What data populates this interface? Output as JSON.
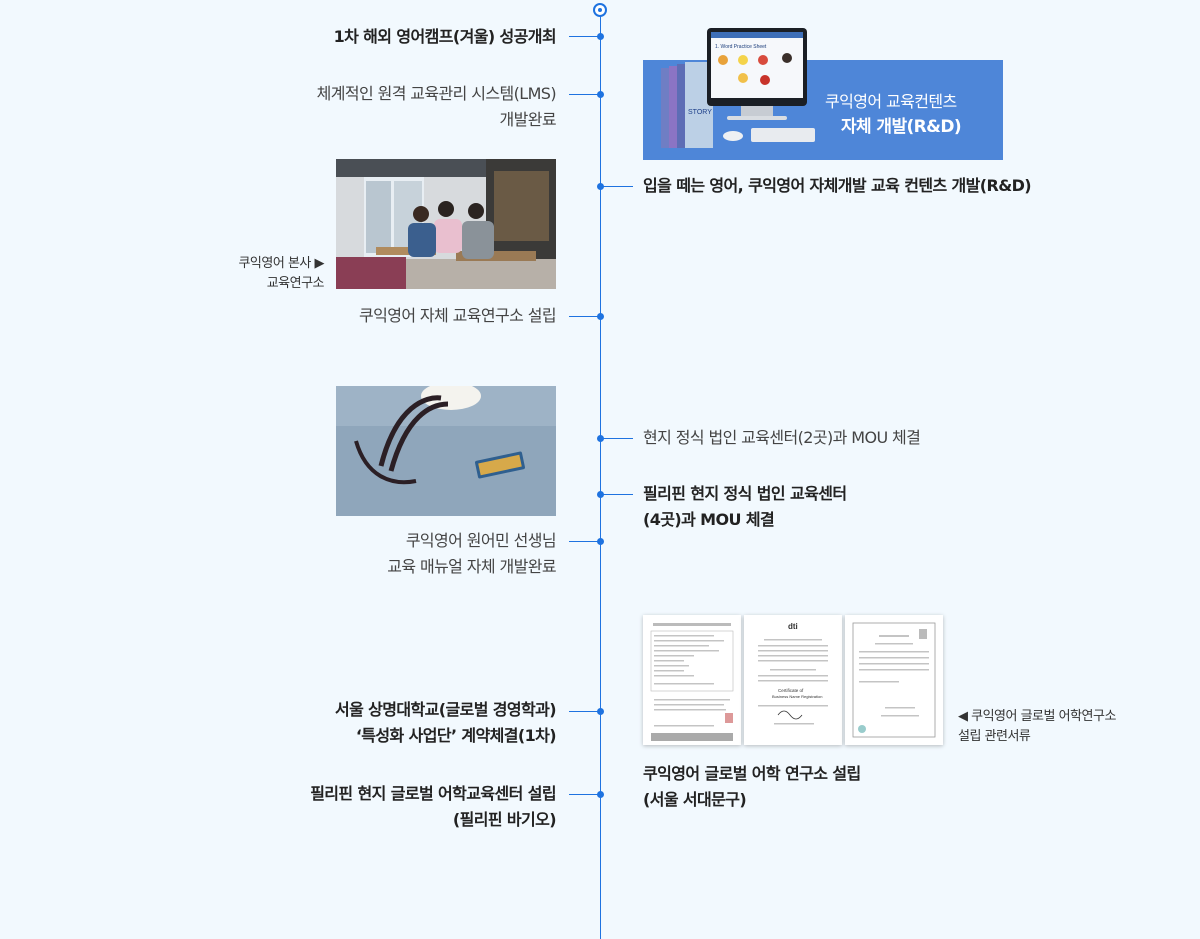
{
  "left_events": [
    {
      "lines": [
        "1차 해외 영어캠프(겨울) 성공개최"
      ],
      "bold": true
    },
    {
      "lines": [
        "체계적인 원격 교육관리 시스템(LMS)",
        "개발완료"
      ],
      "bold": false
    },
    {
      "lines": [
        "쿠익영어 자체 교육연구소 설립"
      ],
      "bold": false
    },
    {
      "lines": [
        "쿠익영어 원어민 선생님",
        "교육 매뉴얼 자체 개발완료"
      ],
      "bold": false
    },
    {
      "lines": [
        "서울 상명대학교(글로벌 경영학과)",
        "‘특성화 사업단’ 계약체결(1차)"
      ],
      "bold": true
    },
    {
      "lines": [
        "필리핀 현지 글로벌 어학교육센터 설립",
        "(필리핀 바기오)"
      ],
      "bold": true
    }
  ],
  "right_events": [
    {
      "lines": [
        "입을 떼는 영어, 쿠익영어 자체개발 교육 컨텐츠 개발(R&D)"
      ],
      "bold": true
    },
    {
      "lines": [
        "현지 정식 법인 교육센터(2곳)과 MOU 체결"
      ],
      "bold": false
    },
    {
      "lines": [
        "필리핀 현지 정식 법인 교육센터",
        "(4곳)과 MOU 체결"
      ],
      "bold": true
    },
    {
      "lines": [
        "쿠익영어 글로벌 어학 연구소 설립",
        "(서울 서대문구)"
      ],
      "bold": true
    }
  ],
  "banner": {
    "line1": "쿠익영어 교육컨텐츠",
    "line2": "자체 개발(R&D)",
    "screen_title": "1. Word Practice Sheet"
  },
  "photo1_caption": {
    "line1": "쿠익영어 본사 ▶",
    "line2": "교육연구소"
  },
  "docs_caption": {
    "line1": "◀ 쿠익영어 글로벌 어학연구소",
    "line2": "설립 관련서류"
  },
  "doc2": {
    "logo": "dti",
    "heading": "Certificate of",
    "sub": "Business Name Registration"
  },
  "colors": {
    "accent": "#1f73e0",
    "background": "#f2f9fe",
    "banner": "#4e86d8"
  }
}
